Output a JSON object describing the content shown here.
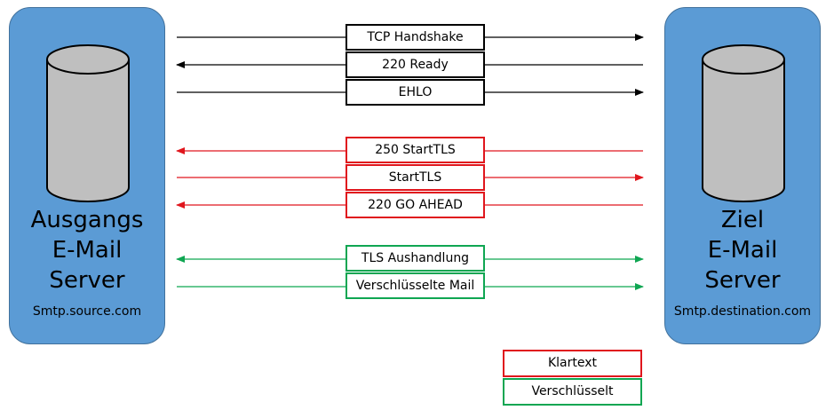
{
  "source_server": {
    "name": "Ausgangs\nE-Mail\nServer",
    "host": "Smtp.source.com"
  },
  "destination_server": {
    "name": "Ziel\nE-Mail\nServer",
    "host": "Smtp.destination.com"
  },
  "messages": [
    {
      "label": "TCP Handshake",
      "direction": "right",
      "group": "plain"
    },
    {
      "label": "220 Ready",
      "direction": "left",
      "group": "plain"
    },
    {
      "label": "EHLO",
      "direction": "right",
      "group": "plain"
    },
    {
      "label": "250 StartTLS",
      "direction": "left",
      "group": "cleartext"
    },
    {
      "label": "StartTLS",
      "direction": "right",
      "group": "cleartext"
    },
    {
      "label": "220 GO AHEAD",
      "direction": "left",
      "group": "cleartext"
    },
    {
      "label": "TLS Aushandlung",
      "direction": "both",
      "group": "encrypted"
    },
    {
      "label": "Verschlüsselte Mail",
      "direction": "right",
      "group": "encrypted"
    }
  ],
  "legend": {
    "cleartext": "Klartext",
    "encrypted": "Verschlüsselt"
  },
  "colors": {
    "server_fill": "#5b9bd5",
    "cylinder_fill": "#bfbfbf",
    "plain": "#000000",
    "cleartext": "#e0161d",
    "encrypted": "#0fa652"
  }
}
